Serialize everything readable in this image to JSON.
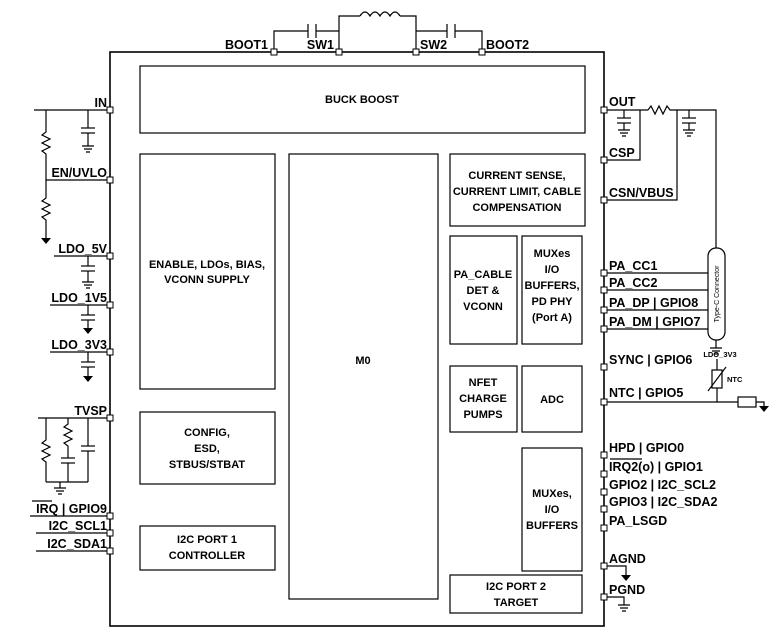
{
  "blocks": {
    "buck_boost": [
      "BUCK BOOST"
    ],
    "enable_ldos": [
      "ENABLE, LDOs, BIAS,",
      "VCONN SUPPLY"
    ],
    "m0": [
      "M0"
    ],
    "current_sense": [
      "CURRENT SENSE,",
      "CURRENT LIMIT, CABLE",
      "COMPENSATION"
    ],
    "pa_cable": [
      "PA_CABLE",
      "DET &",
      "VCONN"
    ],
    "muxes_phy": [
      "MUXes",
      "I/O",
      "BUFFERS,",
      "PD PHY",
      "(Port A)"
    ],
    "config": [
      "CONFIG,",
      "ESD,",
      "STBUS/STBAT"
    ],
    "nfet": [
      "NFET",
      "CHARGE",
      "PUMPS"
    ],
    "adc": [
      "ADC"
    ],
    "muxes_io": [
      "MUXes,",
      "I/O",
      "BUFFERS"
    ],
    "i2c_port1": [
      "I2C PORT 1",
      "CONTROLLER"
    ],
    "i2c_port2": [
      "I2C PORT 2",
      "TARGET"
    ]
  },
  "pins": {
    "top": [
      "BOOT1",
      "SW1",
      "SW2",
      "BOOT2"
    ],
    "left": [
      "IN",
      "EN/UVLO",
      "LDO_5V",
      "LDO_1V5",
      "LDO_3V3",
      "TVSP",
      "IRQ | GPIO9",
      "I2C_SCL1",
      "I2C_SDA1"
    ],
    "right": [
      "OUT",
      "CSP",
      "CSN/VBUS",
      "PA_CC1",
      "PA_CC2",
      "PA_DP | GPIO8",
      "PA_DM | GPIO7",
      "SYNC | GPIO6",
      "NTC | GPIO5",
      "HPD | GPIO0",
      "IRQ2(o) | GPIO1",
      "GPIO2 | I2C_SCL2",
      "GPIO3 | I2C_SDA2",
      "PA_LSGD",
      "AGND",
      "PGND"
    ]
  },
  "external": {
    "connector": "Type-C Connector",
    "ldo_ref": "LDO_3V3",
    "ntc": "NTC"
  }
}
